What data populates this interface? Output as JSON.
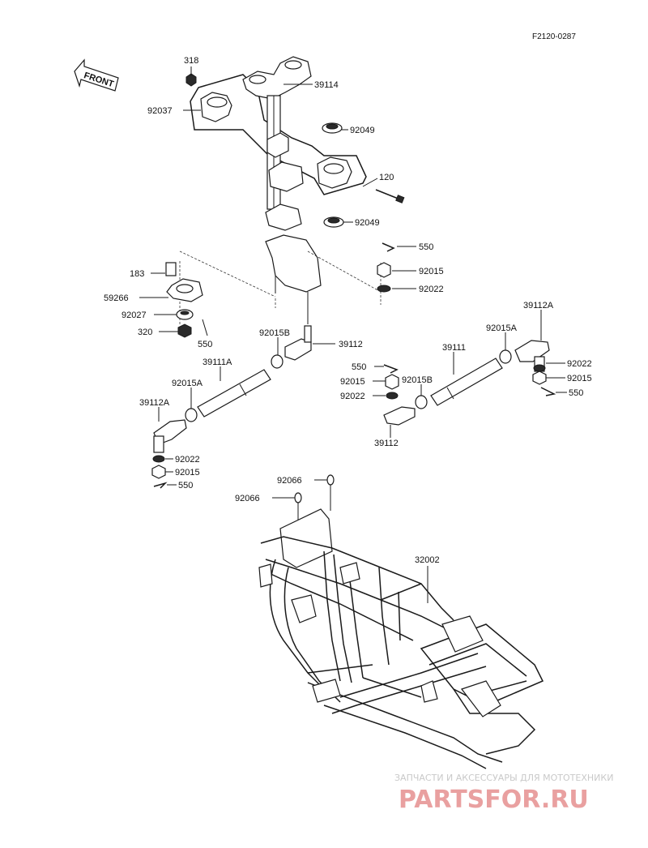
{
  "diagram_code": "F2120-0287",
  "front_label": "FRONT",
  "labels": {
    "p318": "318",
    "p39114": "39114",
    "p92037": "92037",
    "p92049_top": "92049",
    "p120": "120",
    "p92049_bot": "92049",
    "p550_a": "550",
    "p92015_a": "92015",
    "p92022_a": "92022",
    "p183": "183",
    "p59266": "59266",
    "p92027": "92027",
    "p320": "320",
    "p550_b": "550",
    "p92015B_a": "92015B",
    "p39112_a": "39112",
    "p39111A": "39111A",
    "p92015A_a": "92015A",
    "p39112A_a": "39112A",
    "p92022_b": "92022",
    "p92015_b": "92015",
    "p550_c": "550",
    "p39112A_b": "39112A",
    "p92015A_b": "92015A",
    "p39111": "39111",
    "p92022_c": "92022",
    "p92015_c": "92015",
    "p550_d": "550",
    "p550_e": "550",
    "p92015_d": "92015",
    "p92015B_b": "92015B",
    "p92022_d": "92022",
    "p39112_b": "39112",
    "p92066_a": "92066",
    "p92066_b": "92066",
    "p32002": "32002"
  },
  "watermark": {
    "tagline": "ЗАПЧАСТИ И АКСЕССУАРЫ ДЛЯ МОТОТЕХНИКИ",
    "brand": "PARTSFOR.RU",
    "brand_color": "#e9a0a0"
  }
}
